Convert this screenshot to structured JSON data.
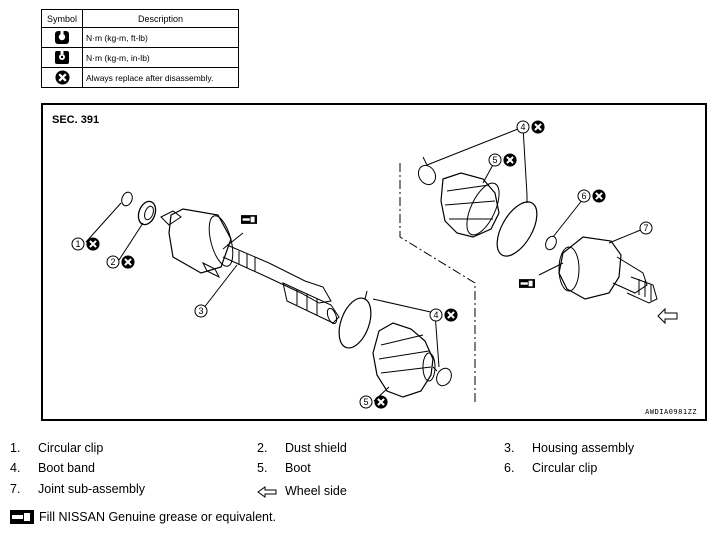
{
  "legend": {
    "header_symbol": "Symbol",
    "header_description": "Description",
    "rows": [
      {
        "icon": "torque-wrench-icon",
        "description": "N·m (kg-m, ft-lb)"
      },
      {
        "icon": "torque-wrench-small-icon",
        "description": "N·m (kg-m, in-lb)"
      },
      {
        "icon": "always-replace-icon",
        "description": "Always replace after disassembly."
      }
    ]
  },
  "diagram": {
    "section": "SEC. 391",
    "figure_code": "AWDIA0981ZZ",
    "callouts": [
      "1",
      "2",
      "3",
      "4",
      "4",
      "5",
      "5",
      "6",
      "7"
    ]
  },
  "parts": [
    {
      "num": "1.",
      "name": "Circular clip"
    },
    {
      "num": "2.",
      "name": "Dust shield"
    },
    {
      "num": "3.",
      "name": "Housing assembly"
    },
    {
      "num": "4.",
      "name": "Boot band"
    },
    {
      "num": "5.",
      "name": "Boot"
    },
    {
      "num": "6.",
      "name": "Circular clip"
    },
    {
      "num": "7.",
      "name": "Joint sub-assembly"
    },
    {
      "icon": "wheel-side-arrow-icon",
      "name": "Wheel side"
    }
  ],
  "footnote": {
    "icon": "grease-gun-icon",
    "text": "Fill NISSAN Genuine grease or equivalent."
  }
}
